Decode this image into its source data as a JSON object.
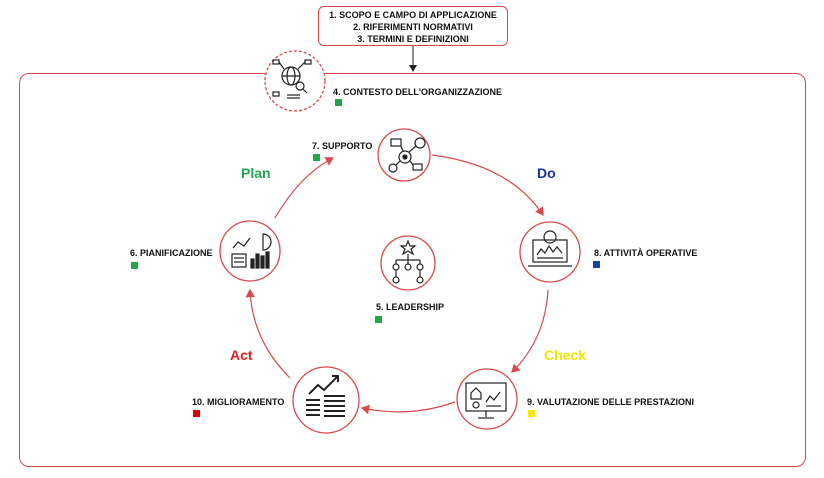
{
  "scope_box": {
    "line1": "1. SCOPO E CAMPO DI APPLICAZIONE",
    "line2": "2. RIFERIMENTI NORMATIVI",
    "line3": "3. TERMINI E DEFINIZIONI"
  },
  "clauses": {
    "context": "4. CONTESTO DELL'ORGANIZZAZIONE",
    "leadership": "5. LEADERSHIP",
    "planning": "6. PIANIFICAZIONE",
    "support": "7. SUPPORTO",
    "operations": "8. ATTIVITÀ OPERATIVE",
    "evaluation": "9. VALUTAZIONE DELLE PRESTAZIONI",
    "improvement": "10. MIGLIORAMENTO"
  },
  "phases": {
    "plan": "Plan",
    "do": "Do",
    "check": "Check",
    "act": "Act"
  },
  "colors": {
    "frame": "#d84a4a",
    "plan": "#22a94f",
    "do": "#1c2fa0",
    "check": "#f2e600",
    "act": "#e52222",
    "green_marker": "#1fa84a",
    "blue_marker": "#1b3fa6",
    "yellow_marker": "#f5ea00",
    "red_marker": "#e00000"
  },
  "icons": {
    "context": "globe-network-icon",
    "support": "gear-computer-24h-icon",
    "leadership": "org-chart-star-icon",
    "operations": "laptop-chart-icon",
    "evaluation": "monitor-dashboard-icon",
    "improvement": "growth-chart-icon",
    "planning": "planning-charts-icon"
  }
}
